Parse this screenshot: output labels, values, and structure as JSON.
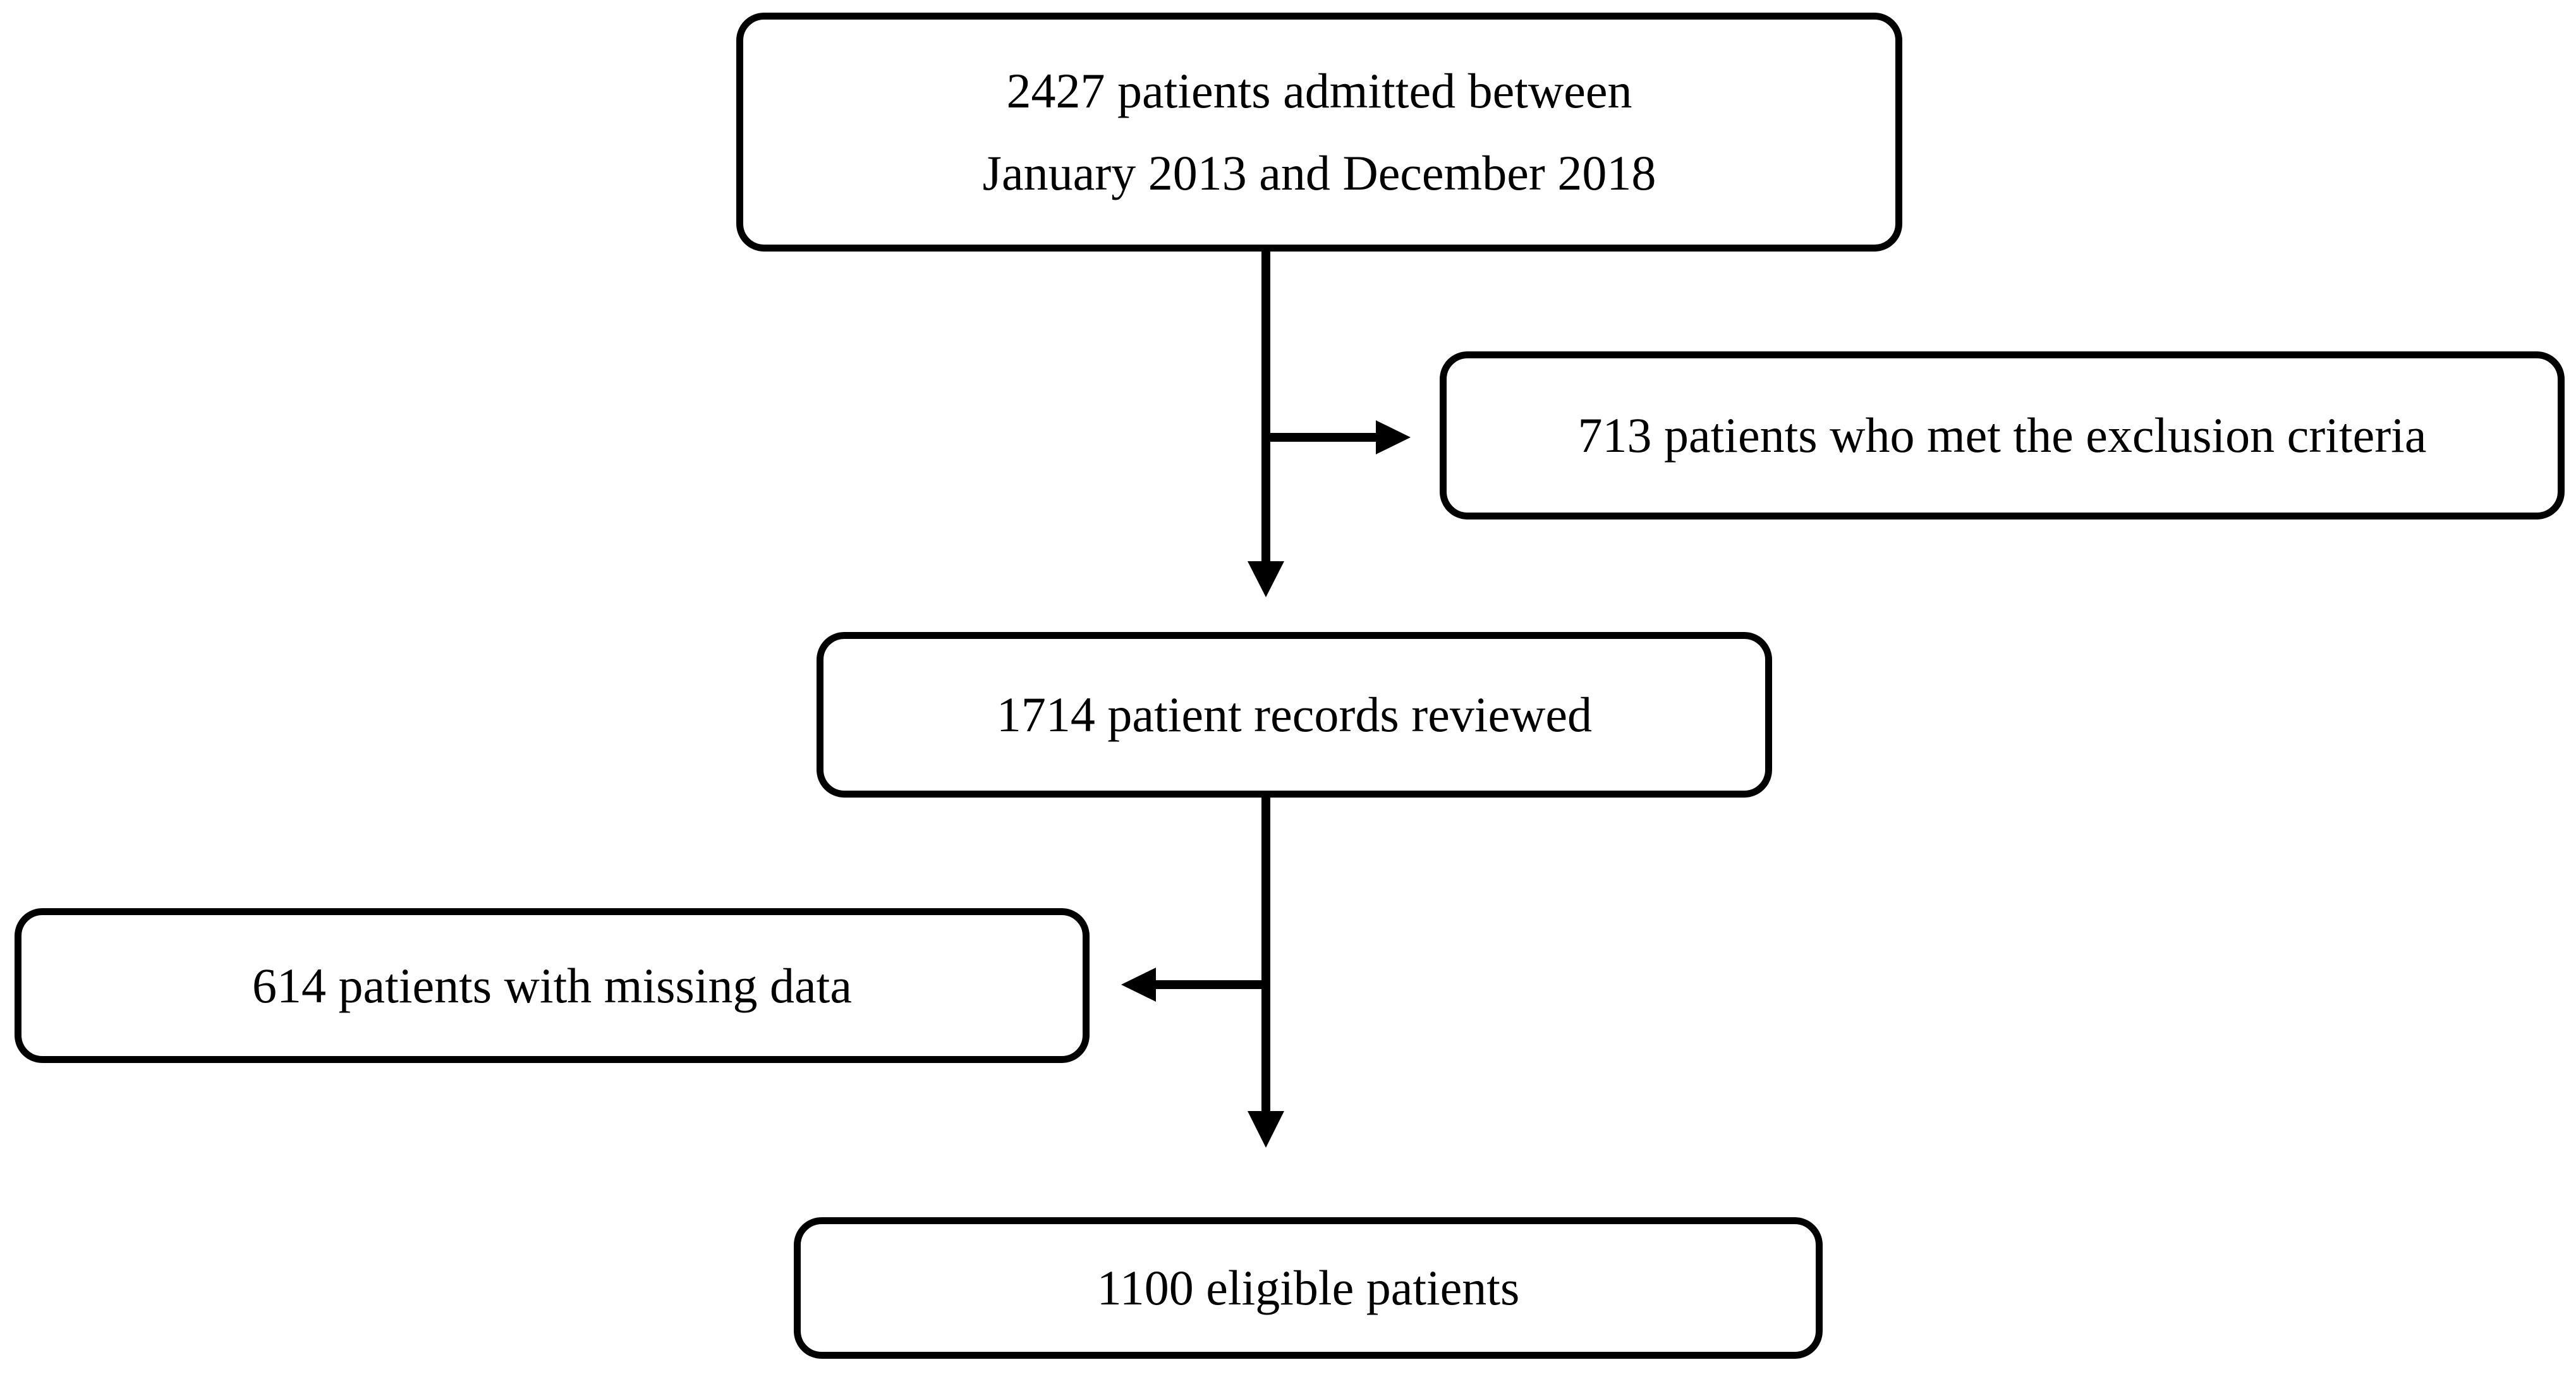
{
  "figure": {
    "background_color": "#ffffff",
    "stroke_color": "#000000",
    "nodes": [
      {
        "id": "admitted",
        "lines": [
          "2427 patients admitted between",
          "January 2013 and December 2018"
        ]
      },
      {
        "id": "excluded",
        "lines": [
          "713 patients who met the exclusion criteria"
        ]
      },
      {
        "id": "reviewed",
        "lines": [
          "1714 patient records reviewed"
        ]
      },
      {
        "id": "missing",
        "lines": [
          "614 patients with missing data"
        ]
      },
      {
        "id": "eligible",
        "lines": [
          "1100 eligible patients"
        ]
      }
    ],
    "edges": [
      {
        "from": "admitted",
        "to": "reviewed",
        "style": "arrow-down"
      },
      {
        "from": "admitted",
        "to": "excluded",
        "style": "branch-arrow-right"
      },
      {
        "from": "reviewed",
        "to": "eligible",
        "style": "arrow-down"
      },
      {
        "from": "reviewed",
        "to": "missing",
        "style": "branch-arrow-left"
      }
    ]
  }
}
